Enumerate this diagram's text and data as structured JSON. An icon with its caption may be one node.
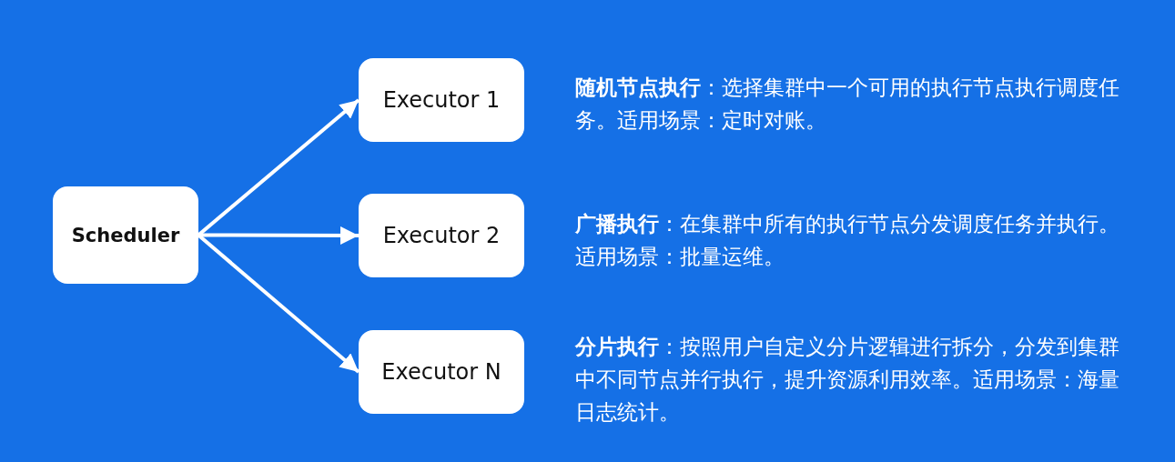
{
  "diagram": {
    "nodes": [
      {
        "text": [
          "Scheduler"
        ]
      },
      {
        "text": [
          "Executor 1"
        ]
      },
      {
        "text": [
          "Executor 2"
        ]
      },
      {
        "text": [
          "Executor N"
        ]
      }
    ],
    "edges": [
      {
        "from": 0,
        "to": 1,
        "arrow": "to"
      },
      {
        "from": 0,
        "to": 2,
        "arrow": "to"
      },
      {
        "from": 0,
        "to": 3,
        "arrow": "to"
      }
    ],
    "labels": [
      "**随机节点执行**：选择集群中一个可用的执行节点执行调度任务。适用场景：定时对账。",
      "**广播执行**：在集群中所有的执行节点分发调度任务并执行。适用场景：批量运维。",
      "**分片执行**：按照用户自定义分片逻辑进行拆分，分发到集群中不同节点并行执行，提升资源利用效率。适用场景：海量日志统计。"
    ]
  }
}
